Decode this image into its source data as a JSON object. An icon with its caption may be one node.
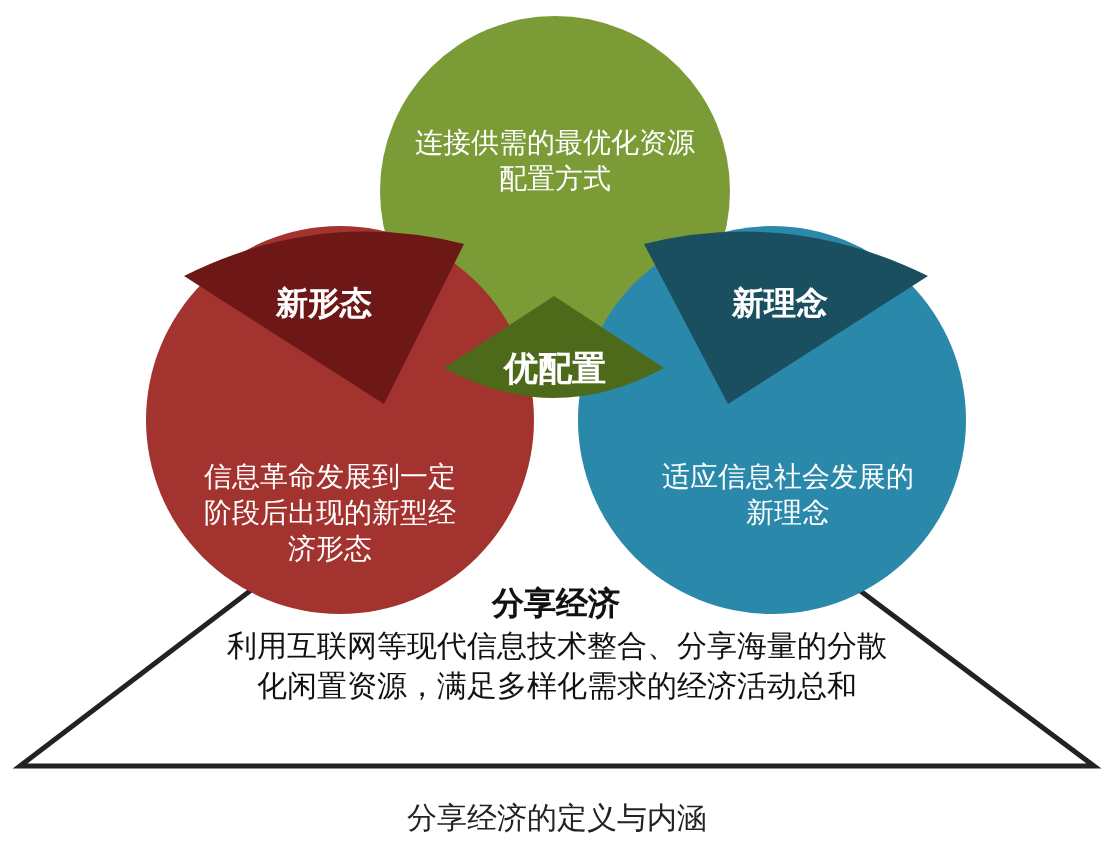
{
  "diagram": {
    "caption": "分享经济的定义与内涵",
    "nodes": [
      {
        "text": [
          "连接供需的最优化资源配置方式",
          "优配置"
        ]
      },
      {
        "text": [
          "新形态",
          "信息革命发展到一定阶段后出现的新型经济形态"
        ]
      },
      {
        "text": [
          "新理念",
          "适应信息社会发展的新理念"
        ]
      },
      {
        "text": [
          "分享经济",
          "利用互联网等现代信息技术整合、分享海量的分散化闲置资源，满足多样化需求的经济活动总和"
        ]
      }
    ]
  }
}
